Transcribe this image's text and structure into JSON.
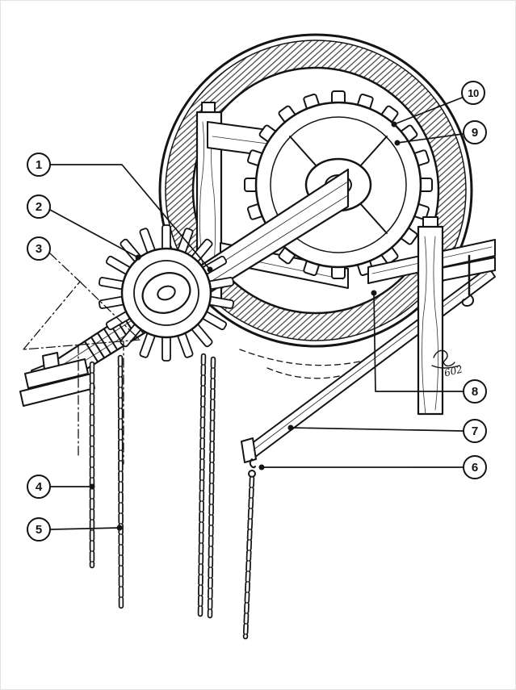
{
  "figure": {
    "ink_color": "#141414",
    "paper_color": "#ffffff",
    "signature": "602",
    "callouts": [
      {
        "label": "1"
      },
      {
        "label": "2"
      },
      {
        "label": "3"
      },
      {
        "label": "4"
      },
      {
        "label": "5"
      },
      {
        "label": "6"
      },
      {
        "label": "7"
      },
      {
        "label": "8"
      },
      {
        "label": "9"
      },
      {
        "label": "10"
      }
    ]
  }
}
